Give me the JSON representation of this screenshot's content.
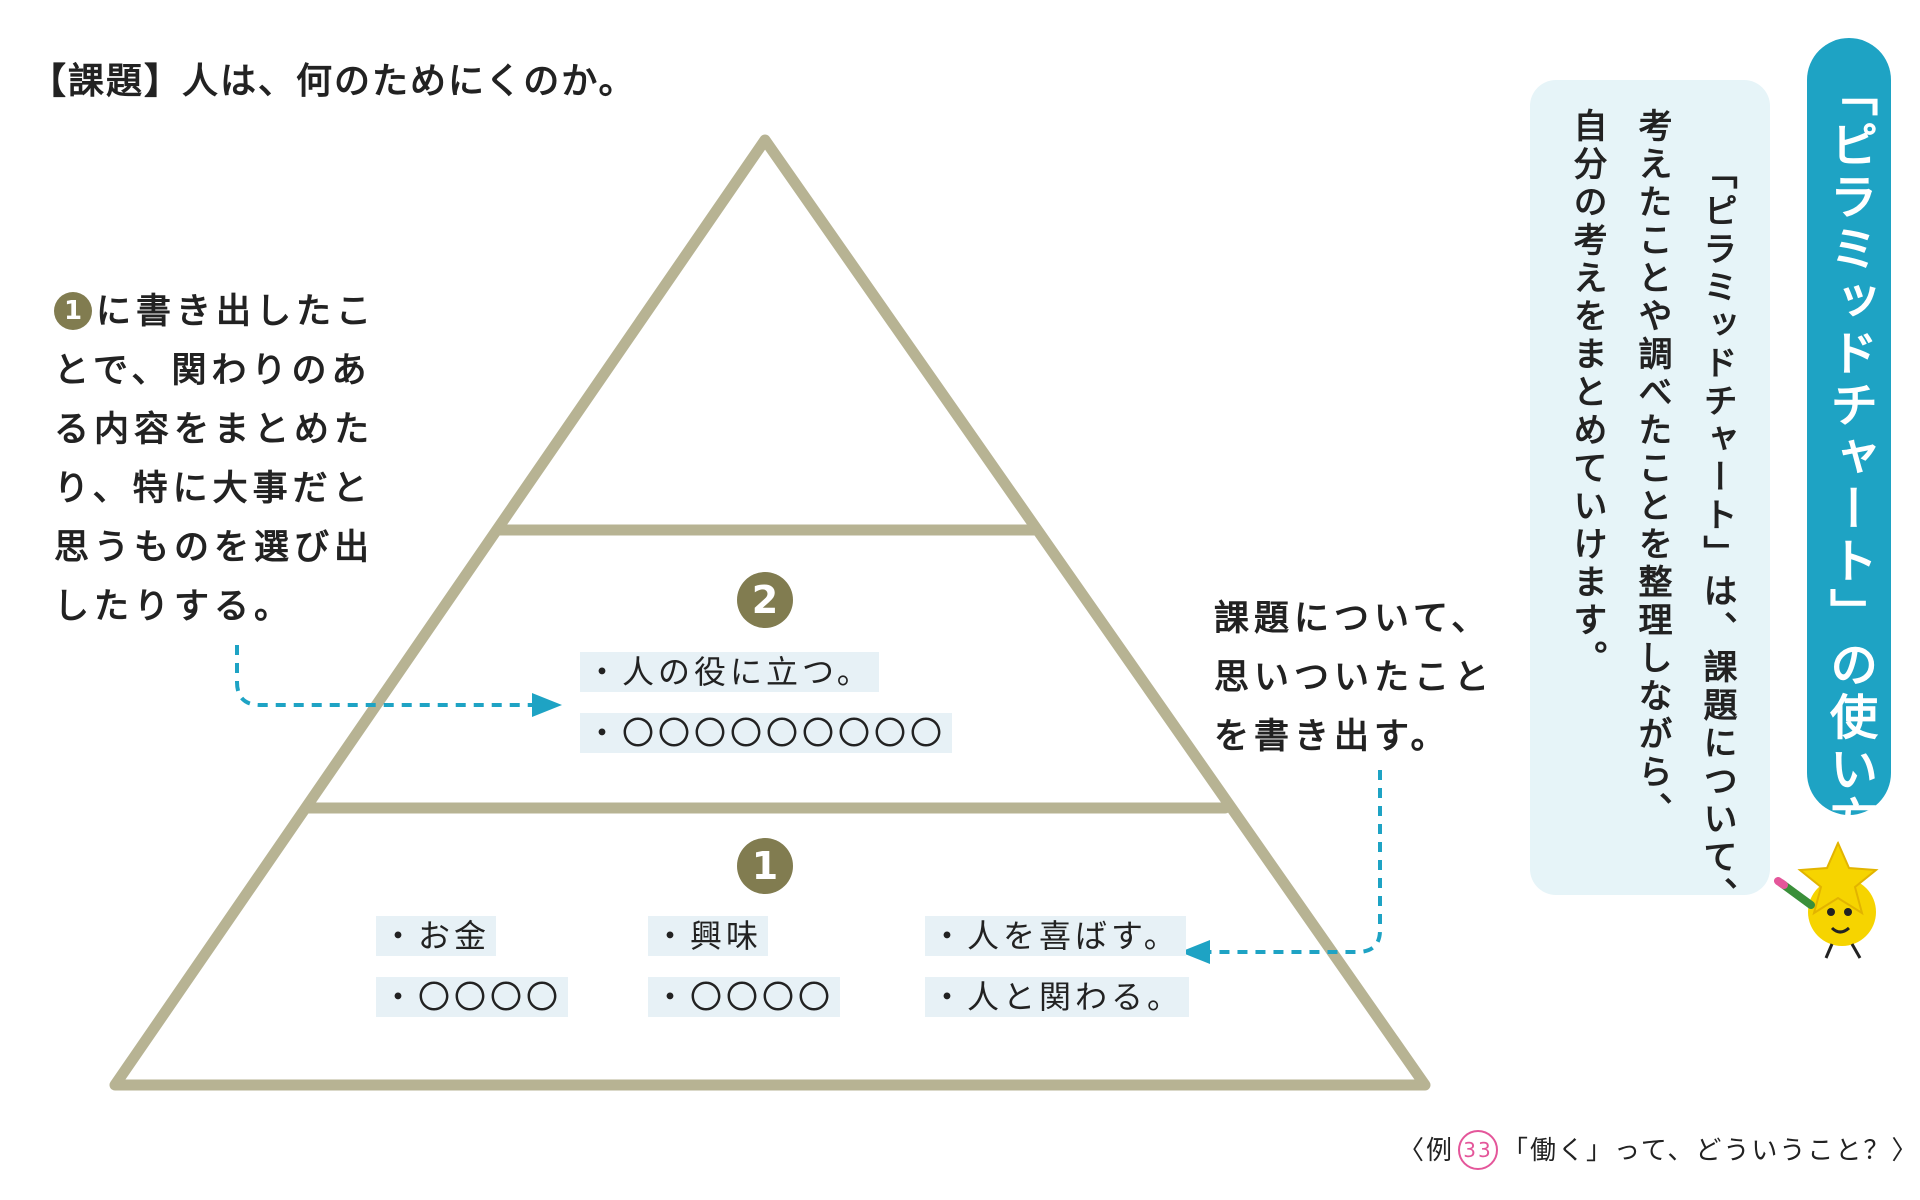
{
  "task": {
    "title": "【課題】人は、何のためにくのか。"
  },
  "colors": {
    "pyramid": "#b7b393",
    "marker": "#817c50",
    "accent": "#1ea3c4",
    "highlight": "#e7f1f6",
    "panel": "#e6f4f8",
    "footer_circle": "#e4569a"
  },
  "pyramid": {
    "tier2": {
      "number": "2",
      "items": [
        "・人の役に立つ。",
        "・〇〇〇〇〇〇〇〇〇"
      ]
    },
    "tier1": {
      "number": "1",
      "items": [
        "・お金",
        "・〇〇〇〇",
        "・興味",
        "・〇〇〇〇",
        "・人を喜ばす。",
        "・人と関わる。"
      ]
    }
  },
  "notes": {
    "left": {
      "marker": "1",
      "lines": [
        "に書き出したこ",
        "とで、関わりのあ",
        "る内容をまとめた",
        "り、特に大事だと",
        "思うものを選び出",
        "したりする。"
      ]
    },
    "right": {
      "lines": [
        "課題について、",
        "思いついたこと",
        "を書き出す。"
      ]
    }
  },
  "guide": {
    "columns": [
      "「ピラミッドチャート」は、課題について、",
      "考えたことや調べたことを整理しながら、",
      "自分の考えをまとめていけます。"
    ]
  },
  "banner": {
    "title": "「ピラミッドチャート」の使い方"
  },
  "footer": {
    "prefix": "〈例",
    "number": "33",
    "title": "「働く」って、どういうこと？〉"
  },
  "mascot": {
    "icon": "star-mascot-with-pencil"
  }
}
